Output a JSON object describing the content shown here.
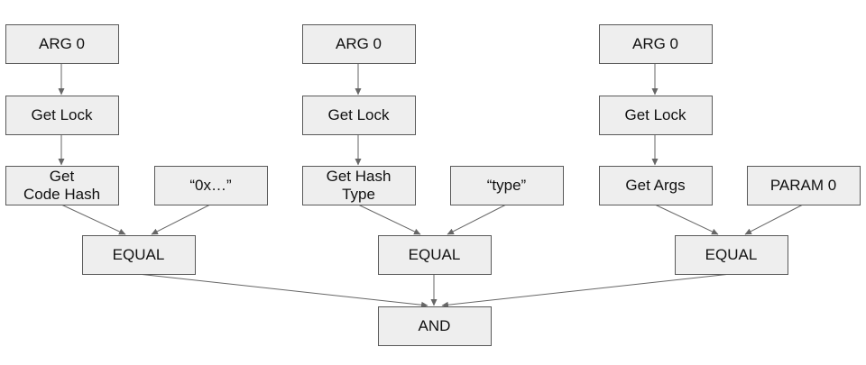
{
  "diagram": {
    "nodes": [
      {
        "id": "arg0_a",
        "lines": [
          "ARG 0"
        ]
      },
      {
        "id": "lock_a",
        "lines": [
          "Get Lock"
        ]
      },
      {
        "id": "codehash",
        "lines": [
          "Get",
          "Code Hash"
        ]
      },
      {
        "id": "hex",
        "lines": [
          "“0x…”"
        ]
      },
      {
        "id": "equal_a",
        "lines": [
          "EQUAL"
        ]
      },
      {
        "id": "arg0_b",
        "lines": [
          "ARG 0"
        ]
      },
      {
        "id": "lock_b",
        "lines": [
          "Get Lock"
        ]
      },
      {
        "id": "hashtype",
        "lines": [
          "Get Hash",
          "Type"
        ]
      },
      {
        "id": "typestr",
        "lines": [
          "“type”"
        ]
      },
      {
        "id": "equal_b",
        "lines": [
          "EQUAL"
        ]
      },
      {
        "id": "arg0_c",
        "lines": [
          "ARG 0"
        ]
      },
      {
        "id": "lock_c",
        "lines": [
          "Get Lock"
        ]
      },
      {
        "id": "getargs",
        "lines": [
          "Get Args"
        ]
      },
      {
        "id": "param0",
        "lines": [
          "PARAM 0"
        ]
      },
      {
        "id": "equal_c",
        "lines": [
          "EQUAL"
        ]
      },
      {
        "id": "and",
        "lines": [
          "AND"
        ]
      }
    ],
    "edges": [
      {
        "from": "arg0_a",
        "to": "lock_a"
      },
      {
        "from": "lock_a",
        "to": "codehash"
      },
      {
        "from": "codehash",
        "to": "equal_a"
      },
      {
        "from": "hex",
        "to": "equal_a"
      },
      {
        "from": "arg0_b",
        "to": "lock_b"
      },
      {
        "from": "lock_b",
        "to": "hashtype"
      },
      {
        "from": "hashtype",
        "to": "equal_b"
      },
      {
        "from": "typestr",
        "to": "equal_b"
      },
      {
        "from": "arg0_c",
        "to": "lock_c"
      },
      {
        "from": "lock_c",
        "to": "getargs"
      },
      {
        "from": "getargs",
        "to": "equal_c"
      },
      {
        "from": "param0",
        "to": "equal_c"
      },
      {
        "from": "equal_a",
        "to": "and"
      },
      {
        "from": "equal_b",
        "to": "and"
      },
      {
        "from": "equal_c",
        "to": "and"
      }
    ]
  }
}
